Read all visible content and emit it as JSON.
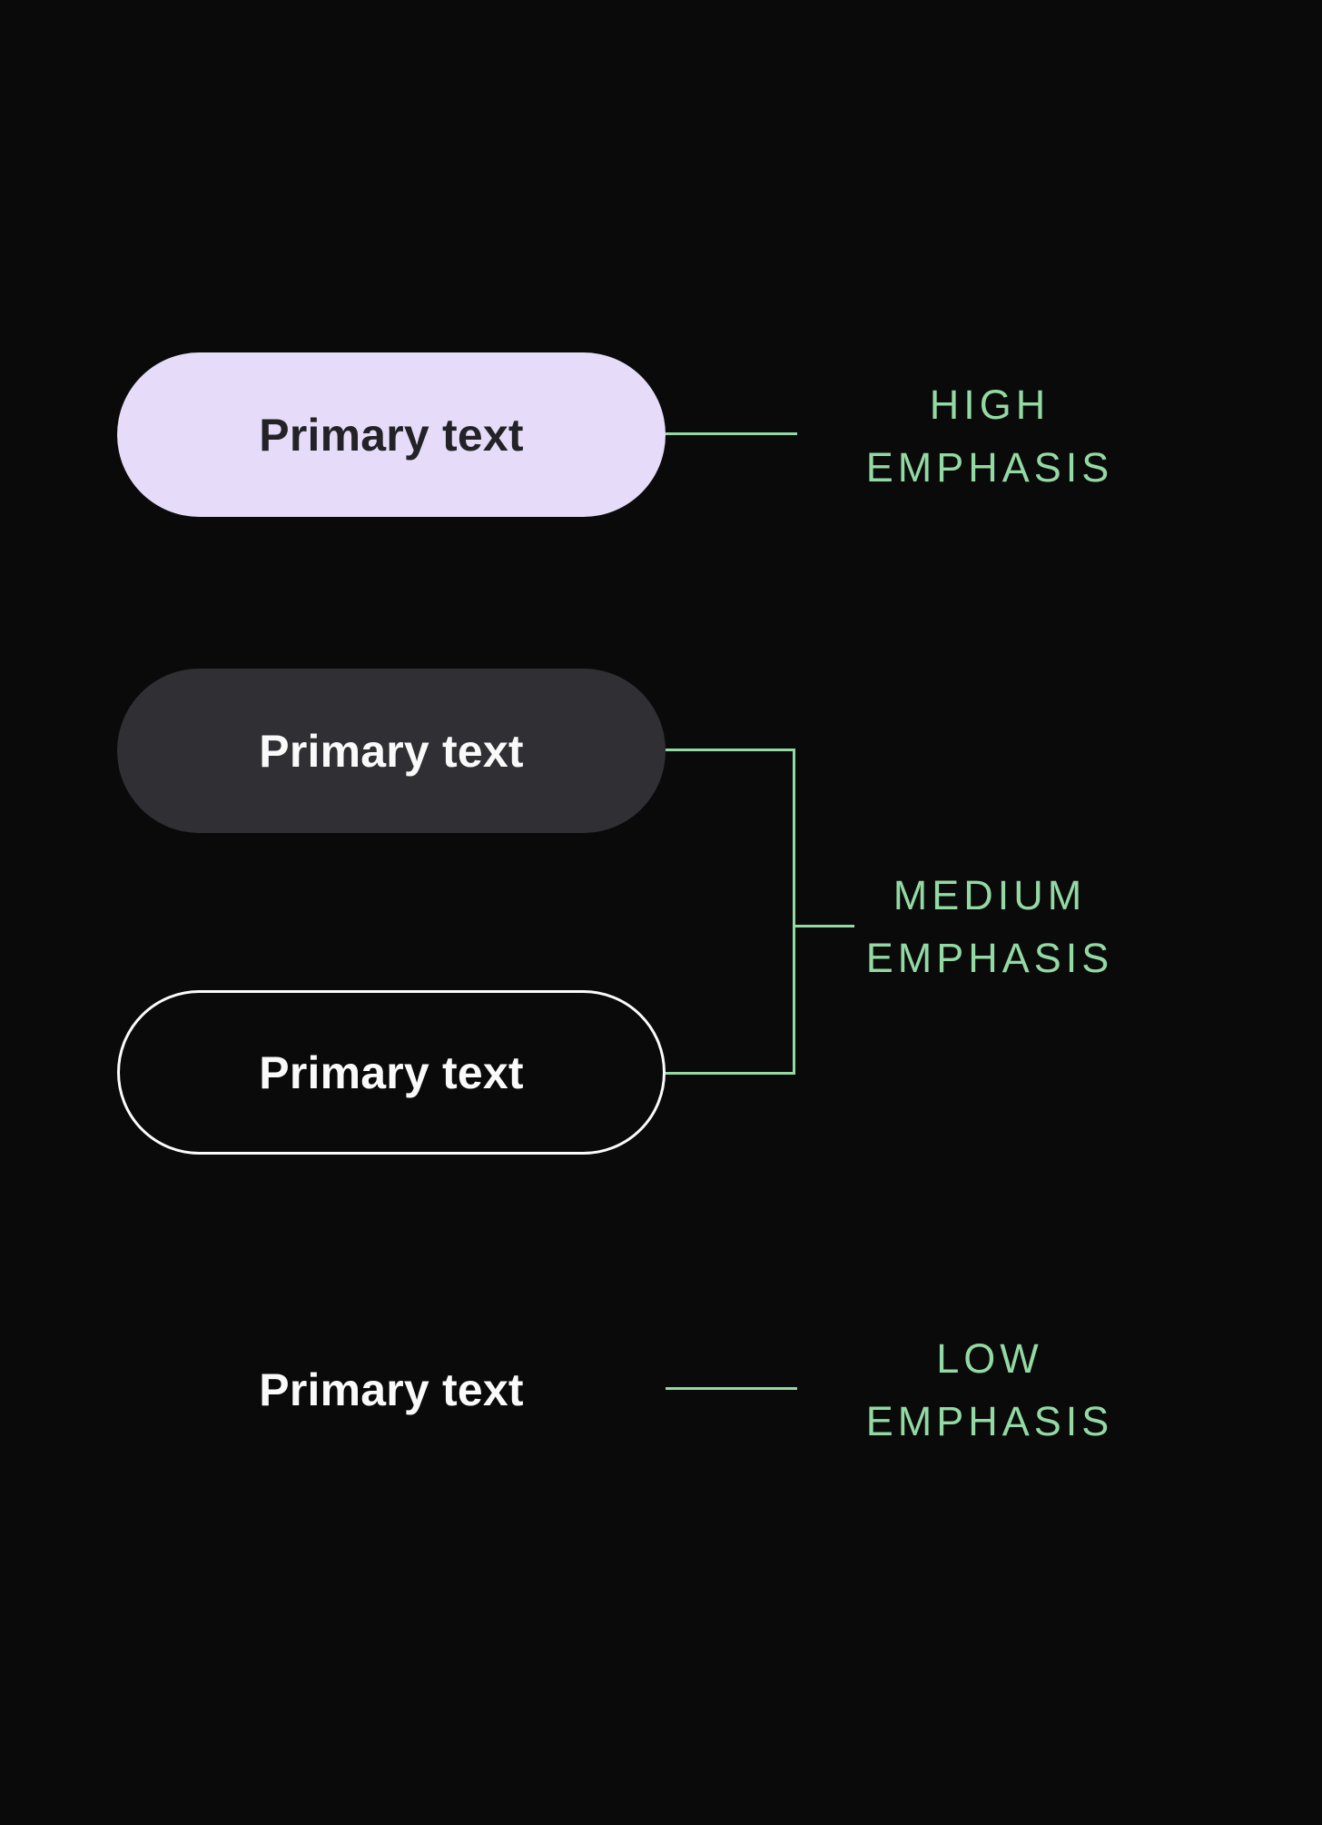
{
  "colors": {
    "background": "#0a0a0a",
    "accent_green": "#93d9a3",
    "high_fill_lavender": "#e6dcf9",
    "medium_fill_dark_gray": "#303034",
    "outline_white": "#fcfcfc",
    "dark_button_text": "#232327",
    "light_button_text": "#fafafa"
  },
  "sections": [
    {
      "id": "high",
      "button": {
        "label": "Primary text",
        "style": "filled-lavender"
      },
      "label": {
        "line1": "HIGH",
        "line2": "EMPHASIS"
      }
    },
    {
      "id": "medium",
      "buttons": [
        {
          "label": "Primary text",
          "style": "filled-dark"
        },
        {
          "label": "Primary text",
          "style": "outlined"
        }
      ],
      "label": {
        "line1": "MEDIUM",
        "line2": "EMPHASIS"
      }
    },
    {
      "id": "low",
      "button": {
        "label": "Primary text",
        "style": "text-only"
      },
      "label": {
        "line1": "LOW",
        "line2": "EMPHASIS"
      }
    }
  ]
}
